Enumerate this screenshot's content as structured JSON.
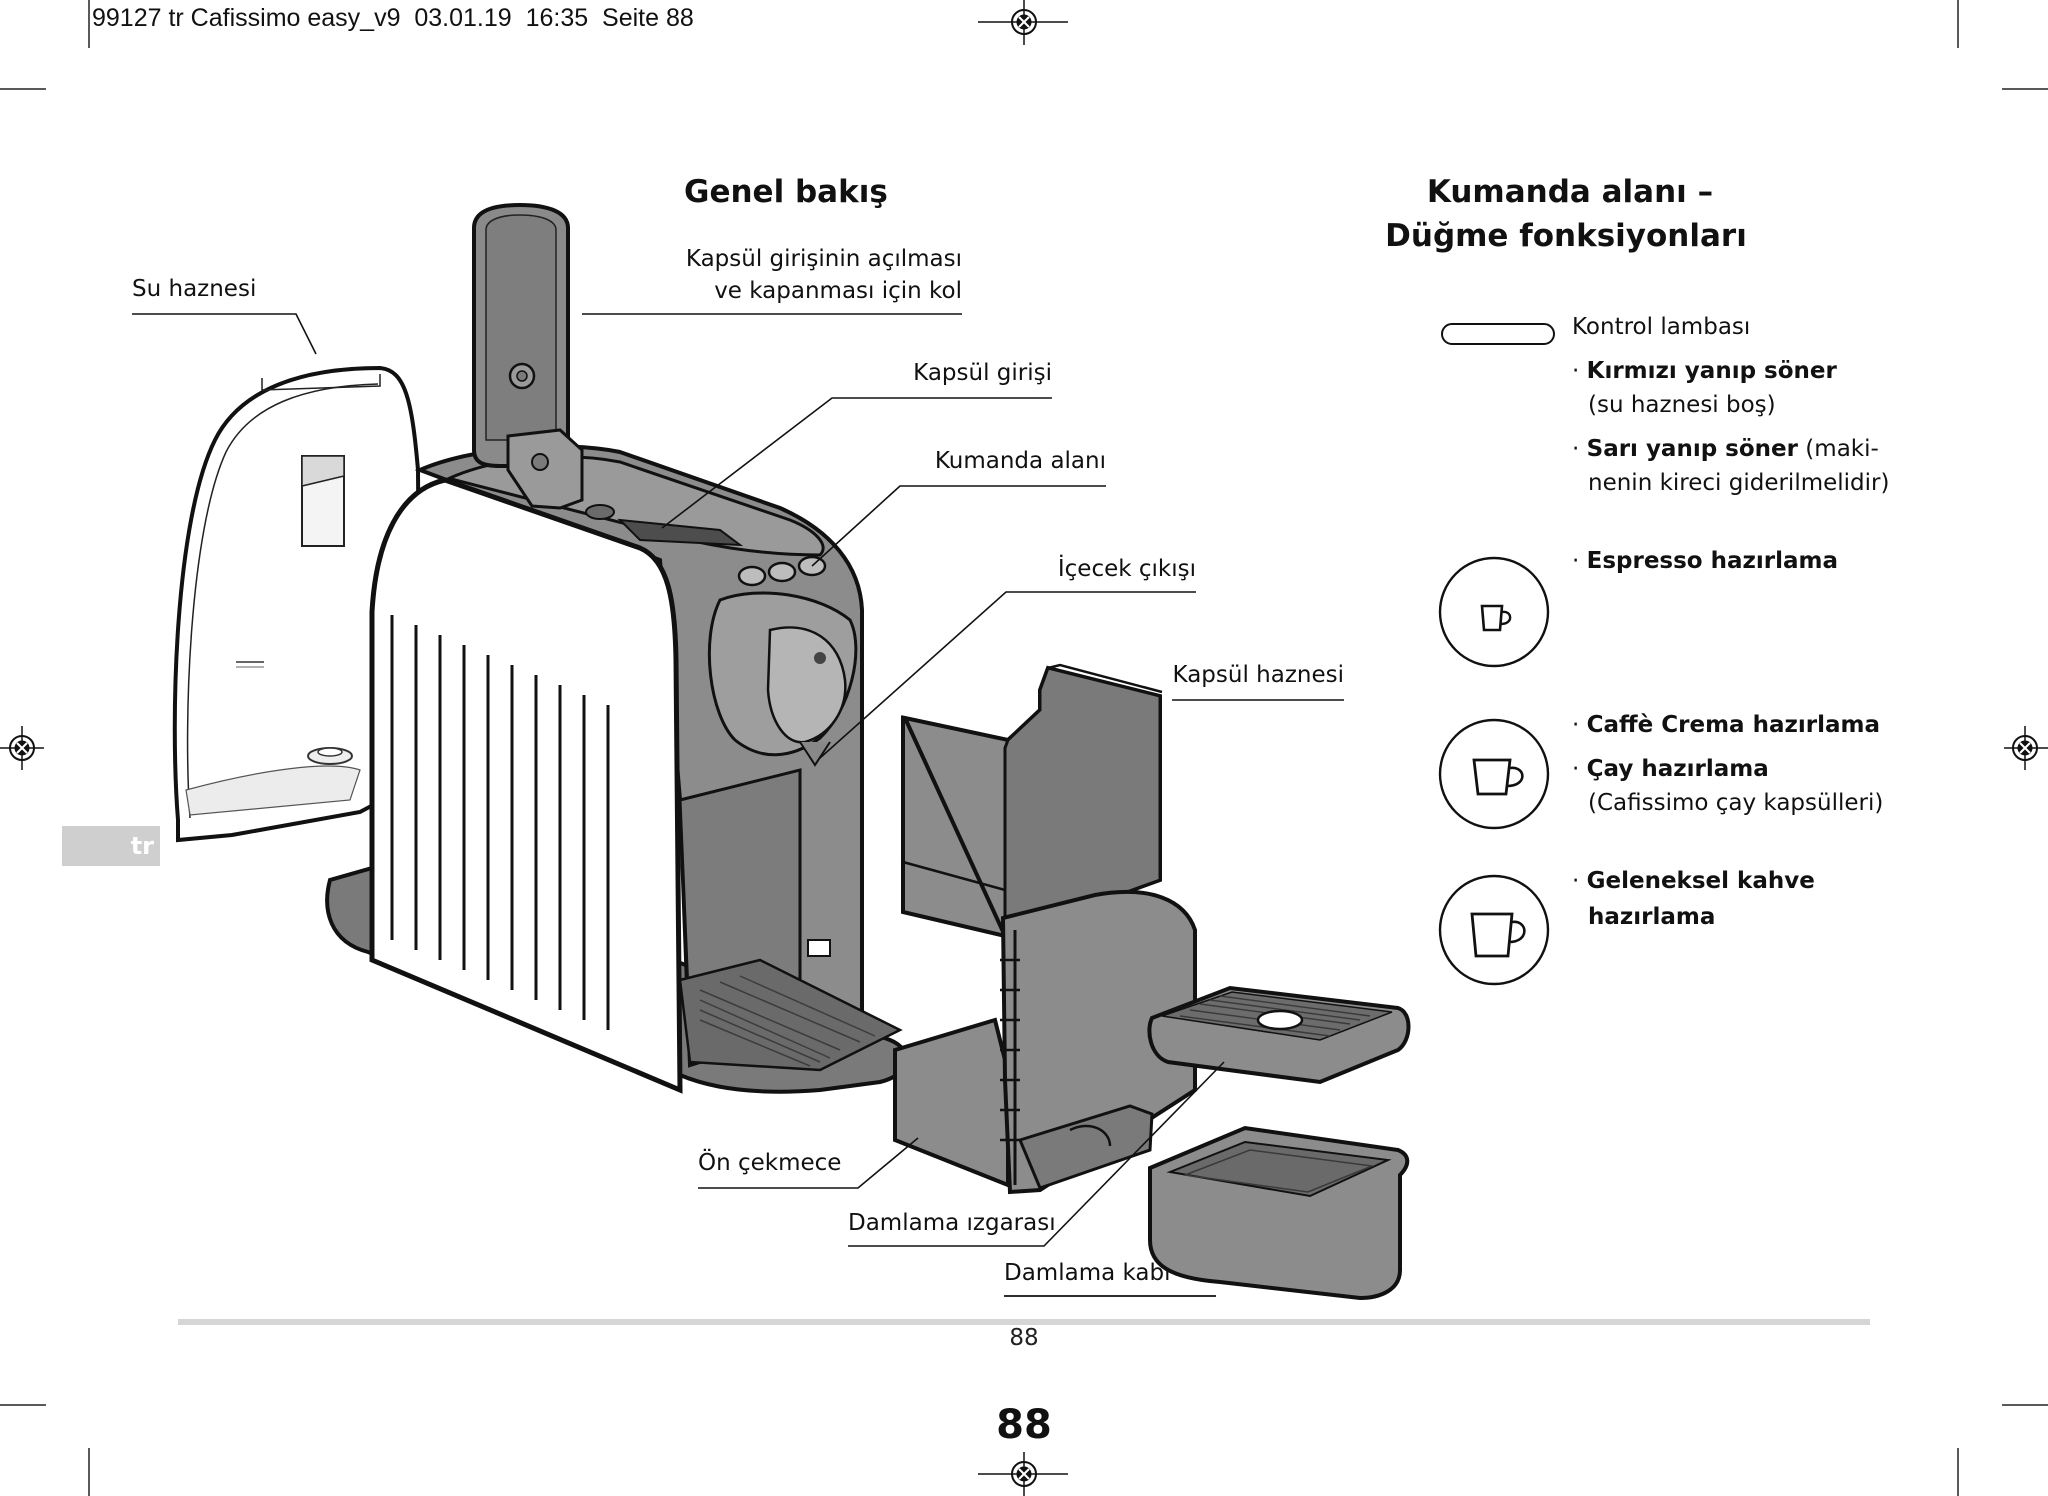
{
  "print_header": "99127 tr Cafissimo easy_v9  03.01.19  16:35  Seite 88",
  "language_tab": "tr",
  "overview": {
    "title": "Genel bakış",
    "labels": {
      "water_tank": "Su haznesi",
      "lever_line1": "Kapsül girişinin açılması",
      "lever_line2": "ve kapanması için kol",
      "capsule_inlet": "Kapsül girişi",
      "control_panel": "Kumanda alanı",
      "beverage_outlet": "İçecek çıkışı",
      "capsule_container": "Kapsül haznesi",
      "front_drawer": "Ön çekmece",
      "drip_grid": "Damlama ızgarası",
      "drip_tray": "Damlama kabı"
    }
  },
  "controls": {
    "title_line1": "Kumanda alanı –",
    "title_line2": "Düğme fonksiyonları",
    "indicator": {
      "title": "Kontrol lambası",
      "red_bold": "Kırmızı yanıp söner",
      "red_note": "(su haznesi boş)",
      "yellow_bold": "Sarı yanıp söner",
      "yellow_note_a": " (maki-",
      "yellow_note_b": "nenin kireci giderilmelidir)"
    },
    "buttons": [
      {
        "icon": "espresso-cup-icon",
        "line1_bold": "Espresso hazırlama"
      },
      {
        "icon": "crema-cup-icon",
        "line1_bold": "Caffè Crema hazırlama",
        "line2_bold": "Çay hazırlama",
        "line3": "(Cafissimo çay kapsülleri)"
      },
      {
        "icon": "large-cup-icon",
        "line1_bold": "Geleneksel kahve",
        "line2_bold": "hazırlama"
      }
    ],
    "bullet": "·"
  },
  "footer": {
    "page_number": "88",
    "page_number_large": "88"
  },
  "colors": {
    "machine_body": "#8a8a8a",
    "machine_dark": "#5c5c5c",
    "outline": "#111111",
    "rule": "#d6d6d6",
    "tab": "#cfcfcf"
  }
}
